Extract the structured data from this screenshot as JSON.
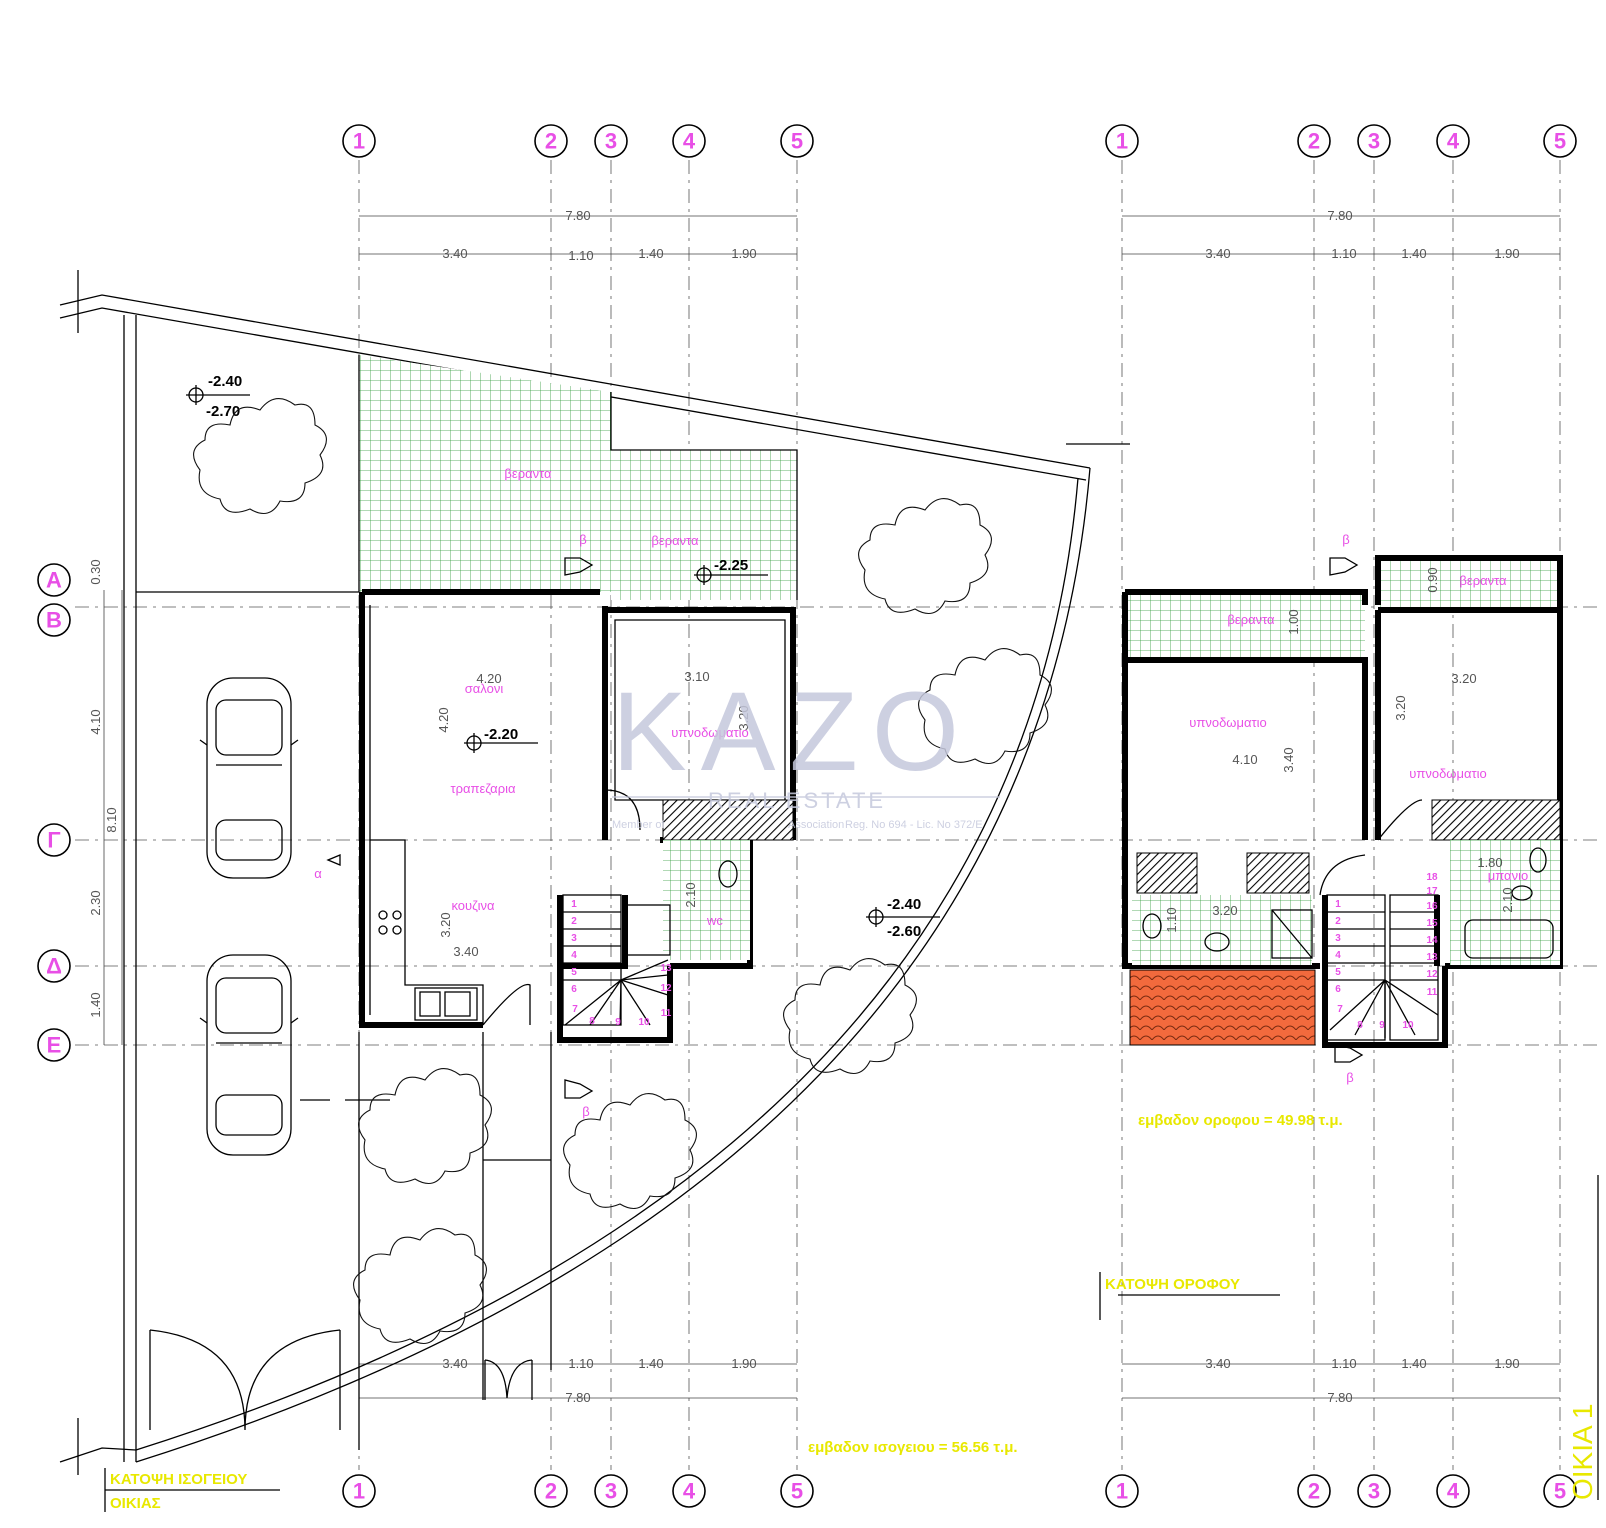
{
  "axes": {
    "columns": [
      "1",
      "2",
      "3",
      "4",
      "5"
    ],
    "rows": [
      "Α",
      "Β",
      "Γ",
      "Δ",
      "Ε"
    ]
  },
  "dimensions": {
    "total": "7.80",
    "segments": [
      "3.40",
      "1.10",
      "1.40",
      "1.90"
    ],
    "rows": [
      "0.30",
      "4.10",
      "8.10",
      "2.30",
      "1.40"
    ]
  },
  "ground": {
    "levels": {
      "garden_top_1": "-2.40",
      "garden_top_2": "-2.70",
      "veranda": "-2.25",
      "living": "-2.20",
      "garden_right_1": "-2.40",
      "garden_right_2": "-2.60"
    },
    "rooms": {
      "veranda_top": "βεραντα",
      "veranda_small": "βεραντα",
      "living": "σαλονι",
      "dining": "τραπεζαρια",
      "kitchen": "κουζινα",
      "bedroom": "υπνοδωματιο",
      "wc": "wc"
    },
    "dims": {
      "living_w": "4.20",
      "living_h": "4.20",
      "bed_w": "3.10",
      "bed_h": "3.20",
      "kitchen_w": "3.40",
      "kitchen_h": "3.20",
      "wc_w": "2.10"
    },
    "section_a": "α",
    "section_b": "β",
    "area": "εμβαδον ισογειου = 56.56 τ.μ.",
    "title_1": "ΚΑΤΟΨΗ ΙΣΟΓΕΙΟΥ",
    "title_2": "ΟΙΚΙΑΣ"
  },
  "upper": {
    "rooms": {
      "veranda_left": "βεραντα",
      "veranda_right": "βεραντα",
      "bedroom_1": "υπνοδωματιο",
      "bedroom_2": "υπνοδωματιο",
      "bath": "μπανιο"
    },
    "dims": {
      "bed1_w": "4.10",
      "bed1_h": "3.40",
      "bed2_w": "3.20",
      "bed2_h": "3.20",
      "bath_w": "3.20",
      "bath_h": "1.10",
      "bath2_w": "1.80",
      "bath2_h": "2.10",
      "ver_left_h": "1.00",
      "ver_right_h": "0.90"
    },
    "section_b": "β",
    "area": "εμβαδον οροφου = 49.98 τ.μ.",
    "title": "ΚΑΤΟΨΗ ΟΡΟΦΟΥ",
    "sheet": "ΟΙΚΙΑ 1"
  },
  "stairs": {
    "ground": [
      "1",
      "2",
      "3",
      "4",
      "5",
      "6",
      "7",
      "8",
      "9",
      "10",
      "11",
      "12",
      "13"
    ],
    "upper_left": [
      "1",
      "2",
      "3",
      "4",
      "5",
      "6",
      "7",
      "8",
      "9",
      "10"
    ],
    "upper_right": [
      "11",
      "12",
      "13",
      "14",
      "15",
      "16",
      "17",
      "18"
    ]
  },
  "watermark": {
    "brand": "KAZO",
    "sub": "REAL ESTATE",
    "member": "Member of",
    "assoc": "Association",
    "reg": "Reg. No 694 - Lic. No 372/E"
  }
}
